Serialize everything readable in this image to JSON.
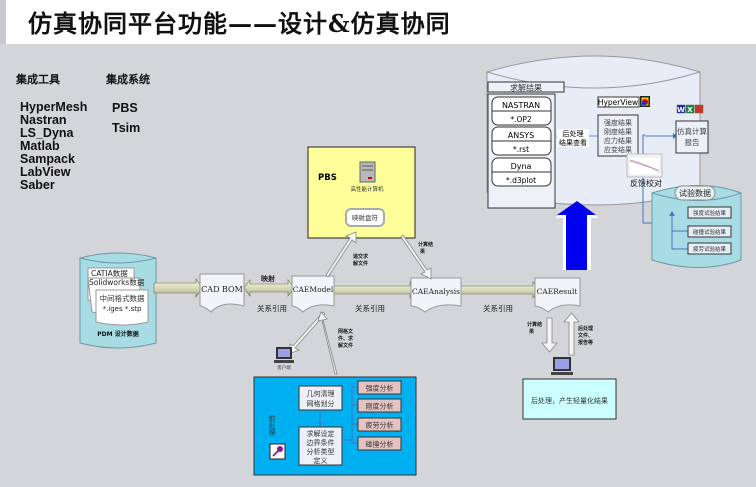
{
  "title": "仿真协同平台功能——设计&仿真协同",
  "integration_tools": {
    "heading": "集成工具",
    "items": [
      "HyperMesh",
      "Nastran",
      "LS_Dyna",
      "Matlab",
      "Sampack",
      "LabView",
      "Saber"
    ]
  },
  "integration_systems": {
    "heading": "集成系统",
    "items": [
      "PBS",
      "Tsim"
    ]
  },
  "pdm": {
    "docs": [
      "CATIA数据",
      "Solidworks数据"
    ],
    "middle_format": "中间格式数据",
    "middle_ext": "*.iges *.stp",
    "label": "PDM 设计数据"
  },
  "flow": {
    "cad_bom": "CAD  BOM",
    "cae_model": "CAEModel",
    "cae_analysis": "CAEAnalysis",
    "cae_result": "CAEResult",
    "mapping_label": "映射",
    "relation_label": "关系引用",
    "submit_solver_label": [
      "递交求",
      "解文件"
    ],
    "calc_result_label": [
      "计算结",
      "果"
    ],
    "calc_result_label2": [
      "计算结",
      "果"
    ],
    "mesh_label": [
      "网格文",
      "件、求",
      "解文件"
    ],
    "post_file_label": [
      "后处理",
      "文件、",
      "报告等"
    ]
  },
  "pbs": {
    "label": "PBS",
    "server": "高性能计算机",
    "mapping_drive": "映射盘符"
  },
  "client": {
    "label": "客户端"
  },
  "preprocess": {
    "label": "前处理",
    "step1": [
      "几何清理",
      "网格划分"
    ],
    "step2": [
      "求解设定",
      "边界条件",
      "分析类型",
      "定义"
    ],
    "analyses": [
      "强度分析",
      "刚度分析",
      "疲劳分析",
      "碰撞分析"
    ]
  },
  "postprocess": {
    "label": "后处理，产生轻量化结果"
  },
  "solve_results": {
    "heading": "求解结果",
    "solvers": [
      {
        "name": "NASTRAN",
        "ext": "*.OP2"
      },
      {
        "name": "ANSYS",
        "ext": "*.rst"
      },
      {
        "name": "Dyna",
        "ext": "*.d3plot"
      }
    ],
    "post_view": [
      "后处理",
      "结果查看"
    ],
    "hyperview": "HyperView",
    "results": [
      "强度结果",
      "刚度结果",
      "应力结果",
      "应变结果"
    ],
    "report": [
      "仿真计算",
      "报告"
    ],
    "feedback": "反馈校对"
  },
  "test_data": {
    "heading": "试验数据",
    "items": [
      "强度试验结果",
      "碰撞试验结果",
      "疲劳试验结果"
    ]
  },
  "colors": {
    "pbs_yellow": "#ffff99",
    "preprocess_cyan": "#00b0f0",
    "analysis_pink": "#e6c3c3",
    "post_cyan": "#ccffff",
    "db_teal": "#a0d8e0",
    "arrow_blue": "#0000ff"
  }
}
